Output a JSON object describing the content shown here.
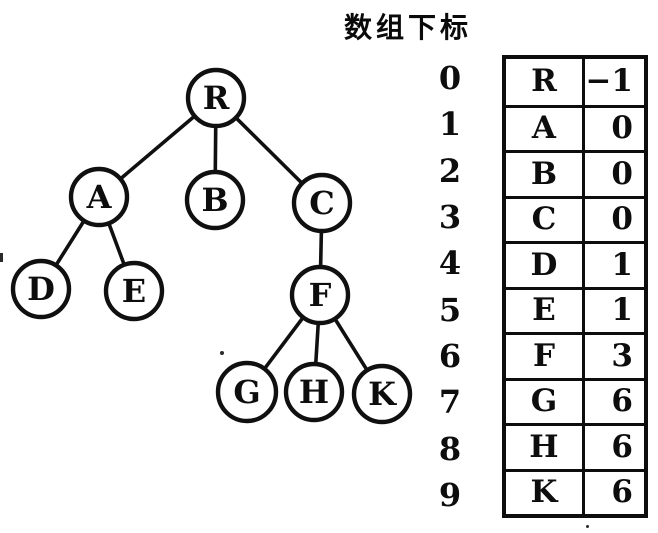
{
  "figure": {
    "title": "数组下标",
    "tree": {
      "nodes": [
        {
          "id": "R",
          "label": "R",
          "parent": null
        },
        {
          "id": "A",
          "label": "A",
          "parent": "R"
        },
        {
          "id": "B",
          "label": "B",
          "parent": "R"
        },
        {
          "id": "C",
          "label": "C",
          "parent": "R"
        },
        {
          "id": "D",
          "label": "D",
          "parent": "A"
        },
        {
          "id": "E",
          "label": "E",
          "parent": "A"
        },
        {
          "id": "F",
          "label": "F",
          "parent": "C"
        },
        {
          "id": "G",
          "label": "G",
          "parent": "F"
        },
        {
          "id": "H",
          "label": "H",
          "parent": "F"
        },
        {
          "id": "K",
          "label": "K",
          "parent": "F"
        }
      ]
    },
    "array": {
      "rows": [
        {
          "index": "0",
          "node": "R",
          "parent": "−1"
        },
        {
          "index": "1",
          "node": "A",
          "parent": "0"
        },
        {
          "index": "2",
          "node": "B",
          "parent": "0"
        },
        {
          "index": "3",
          "node": "C",
          "parent": "0"
        },
        {
          "index": "4",
          "node": "D",
          "parent": "1"
        },
        {
          "index": "5",
          "node": "E",
          "parent": "1"
        },
        {
          "index": "6",
          "node": "F",
          "parent": "3"
        },
        {
          "index": "7",
          "node": "G",
          "parent": "6"
        },
        {
          "index": "8",
          "node": "H",
          "parent": "6"
        },
        {
          "index": "9",
          "node": "K",
          "parent": "6"
        }
      ]
    }
  }
}
